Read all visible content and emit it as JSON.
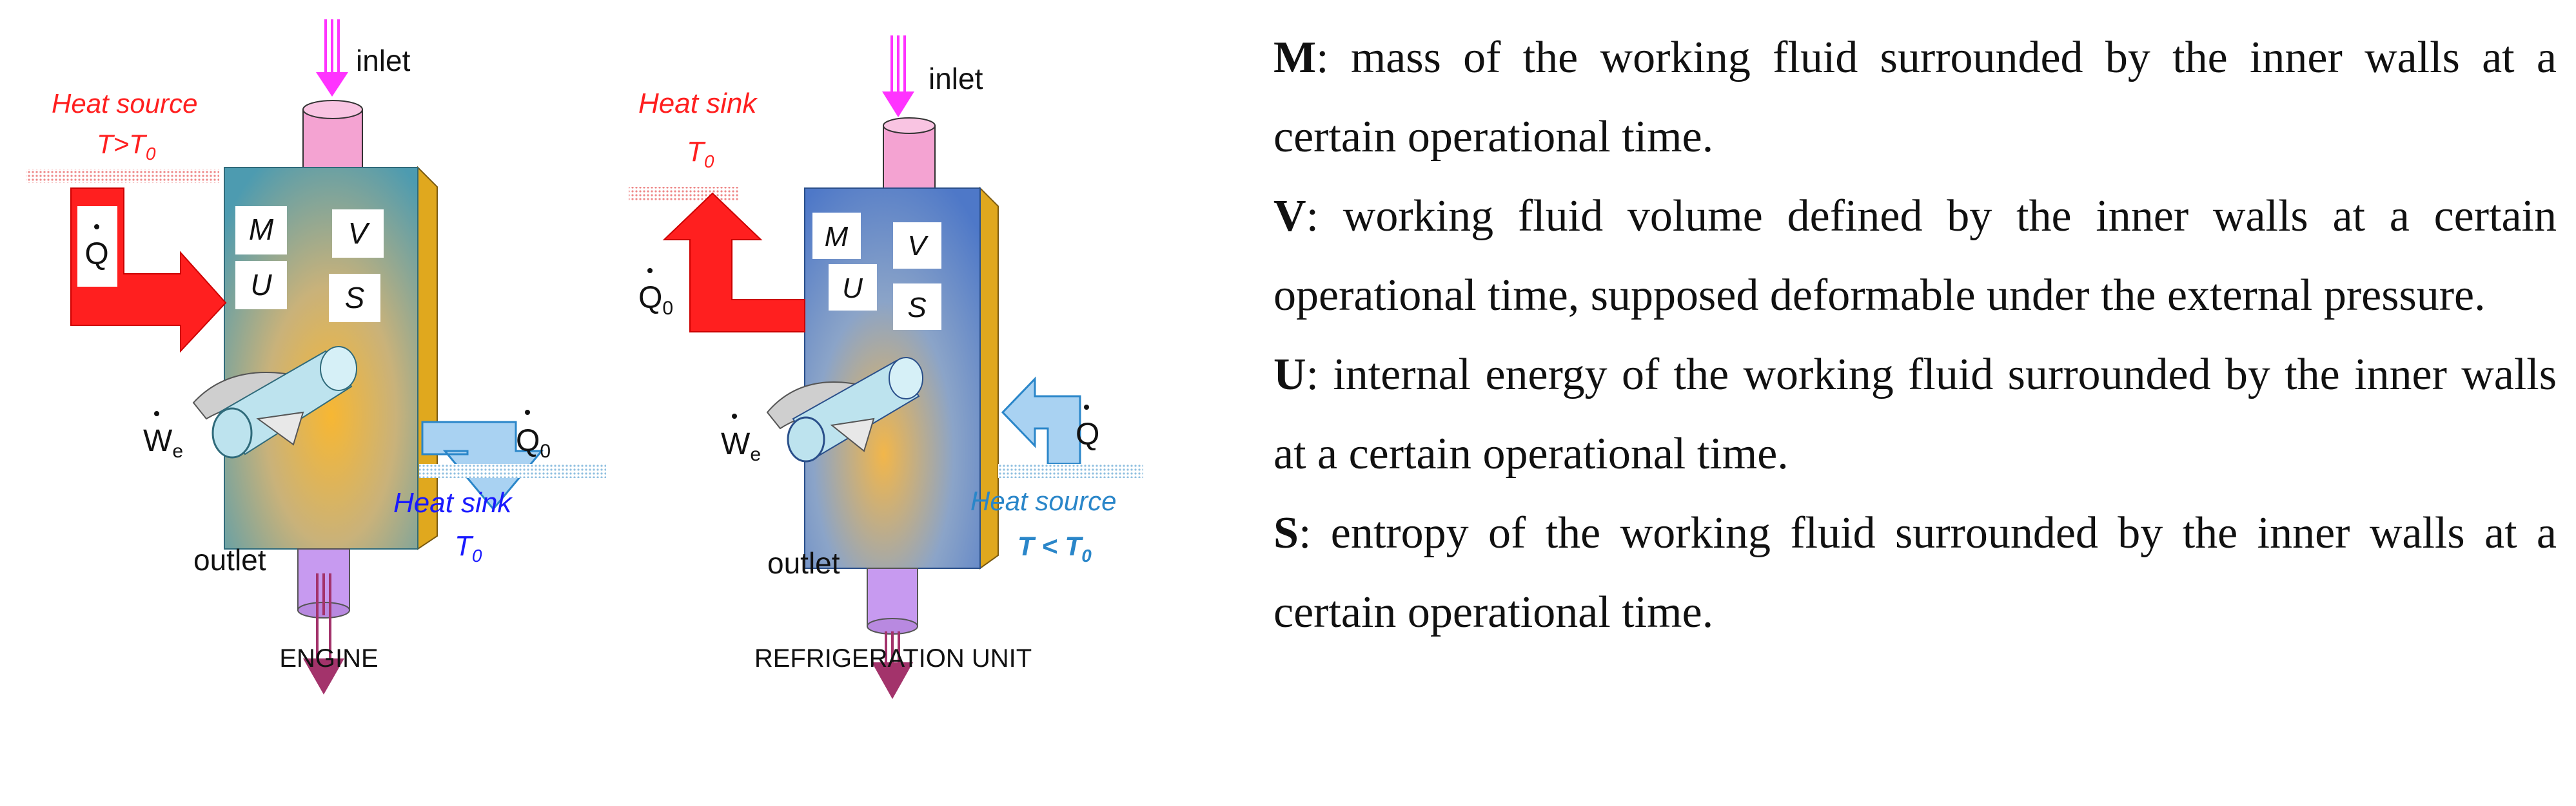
{
  "engine": {
    "inlet": "inlet",
    "outlet": "outlet",
    "heat_source_title": "Heat source",
    "heat_source_temp": "T>T",
    "heat_source_temp_sub": "0",
    "heat_sink_title": "Heat sink",
    "heat_sink_temp": "T",
    "heat_sink_temp_sub": "0",
    "q_in": "Q",
    "q_out": "Q",
    "q_out_sub": "0",
    "work": "W",
    "work_sub": "e",
    "box_symbols": [
      "M",
      "V",
      "U",
      "S"
    ],
    "caption": "ENGINE"
  },
  "refrigerator": {
    "inlet": "inlet",
    "outlet": "outlet",
    "heat_sink_title": "Heat sink",
    "heat_sink_temp": "T",
    "heat_sink_temp_sub": "0",
    "heat_source_title": "Heat source",
    "heat_source_temp": "T < T",
    "heat_source_temp_sub": "0",
    "q_out": "Q",
    "q_out_sub": "0",
    "q_in": "Q",
    "work": "W",
    "work_sub": "e",
    "box_symbols": [
      "M",
      "V",
      "U",
      "S"
    ],
    "caption": "REFRIGERATION UNIT"
  },
  "colors": {
    "heat_red": "#ff1f1f",
    "cold_blue": "#a9d2f2",
    "inlet_pink": "#f4a3d2",
    "outlet_purple": "#c79af0",
    "arrow_magenta": "#ff33ff",
    "arrow_maroon": "#a3336b",
    "side_gold": "#e0a81e",
    "sink_text_blue": "#1a1aff",
    "source_text_blue": "#2a86c9"
  },
  "definitions": [
    {
      "symbol": "M",
      "text": ": mass of the working fluid surrounded by the inner walls at a certain operational time."
    },
    {
      "symbol": "V",
      "text": ": working fluid volume defined by the inner walls at a certain operational time, supposed deformable under the external pressure."
    },
    {
      "symbol": "U",
      "text": ": internal energy of the working fluid surrounded by the inner walls at a certain operational time."
    },
    {
      "symbol": "S",
      "text": ": entropy of the working fluid surrounded by the inner walls at a certain operational time."
    }
  ]
}
